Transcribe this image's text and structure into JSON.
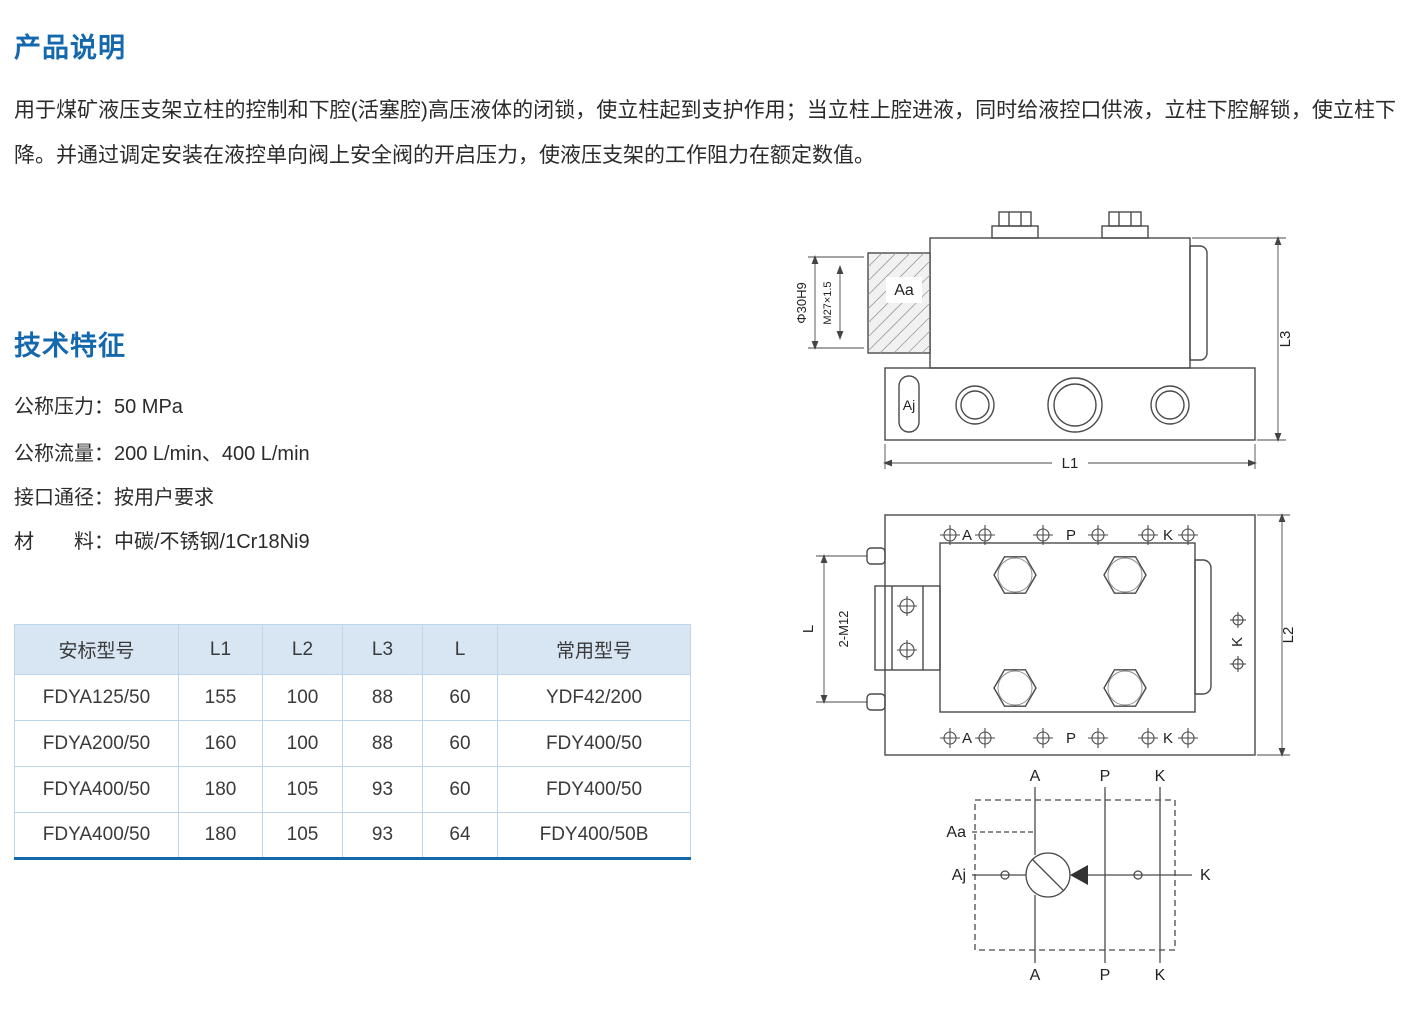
{
  "page": {
    "sections": {
      "product_title": "产品说明",
      "description": "用于煤矿液压支架立柱的控制和下腔(活塞腔)高压液体的闭锁，使立柱起到支护作用；当立柱上腔进液，同时给液控口供液，立柱下腔解锁，使立柱下降。并通过调定安装在液控单向阀上安全阀的开启压力，使液压支架的工作阻力在额定数值。",
      "tech_title": "技术特征"
    },
    "specs": [
      {
        "label": "公称压力：",
        "value": "50 MPa"
      },
      {
        "label": "公称流量：",
        "value": "200 L/min、400 L/min"
      },
      {
        "label": "接口通径：",
        "value": "按用户要求"
      },
      {
        "label": "材　　料：",
        "value": "中碳/不锈钢/1Cr18Ni9"
      }
    ],
    "table": {
      "headers": [
        "安标型号",
        "L1",
        "L2",
        "L3",
        "L",
        "常用型号"
      ],
      "rows": [
        [
          "FDYA125/50",
          "155",
          "100",
          "88",
          "60",
          "YDF42/200"
        ],
        [
          "FDYA200/50",
          "160",
          "100",
          "88",
          "60",
          "FDY400/50"
        ],
        [
          "FDYA400/50",
          "180",
          "105",
          "93",
          "60",
          "FDY400/50"
        ],
        [
          "FDYA400/50",
          "180",
          "105",
          "93",
          "64",
          "FDY400/50B"
        ]
      ]
    },
    "drawings": {
      "side_view": {
        "aa": "Aa",
        "aj": "Aj",
        "phi": "Φ30H9",
        "thread": "M27×1.5",
        "l1": "L1",
        "l3": "L3"
      },
      "top_view": {
        "a_top": "A",
        "p_top": "P",
        "k_top": "K",
        "a_bottom": "A",
        "p_bottom": "P",
        "k_bottom": "K",
        "m12": "2-M12",
        "l": "L",
        "l2": "L2",
        "k_right": "K"
      },
      "schematic": {
        "a_top": "A",
        "p_top": "P",
        "k_top": "K",
        "a_bottom": "A",
        "p_bottom": "P",
        "k_bottom": "K",
        "aa": "Aa",
        "aj": "Aj",
        "k_right": "K"
      }
    },
    "colors": {
      "heading": "#1468ad",
      "table_header_bg": "#d8e6f3",
      "table_border": "#bdd6eb",
      "table_bottom_rule": "#1468ad",
      "line_art": "#4a4a4a"
    }
  }
}
